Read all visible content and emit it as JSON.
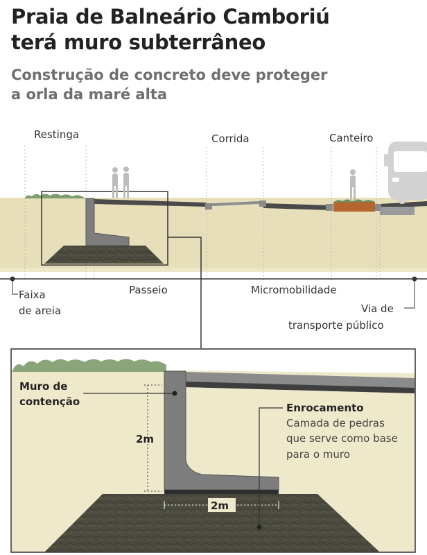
{
  "header": {
    "title_line1": "Praia de Balneário Camboriú",
    "title_line2": "terá muro subterrâneo",
    "subtitle_line1": "Construção de concreto deve proteger",
    "subtitle_line2": "a orla da maré alta"
  },
  "zones": {
    "restinga": "Restinga",
    "corrida": "Corrida",
    "canteiro": "Canteiro"
  },
  "bottom_labels": {
    "faixa_line1": "Faixa",
    "faixa_line2": "de areia",
    "passeio": "Passeio",
    "micromobilidade": "Micromobilidade",
    "via_line1": "Via de",
    "via_line2": "transporte público"
  },
  "detail": {
    "muro_line1": "Muro de",
    "muro_line2": "contenção",
    "height_dim": "2m",
    "width_dim": "2m",
    "enrocamento_title": "Enrocamento",
    "enrocamento_line1": "Camada de pedras",
    "enrocamento_line2": "que serve como base",
    "enrocamento_line3": "para o muro"
  },
  "colors": {
    "sand": "#e7dfba",
    "ground_light": "#efe9cc",
    "concrete": "#7d7d7d",
    "rock": "#4a4a3e",
    "grass": "#7d9d6a",
    "planter": "#b5652f"
  }
}
